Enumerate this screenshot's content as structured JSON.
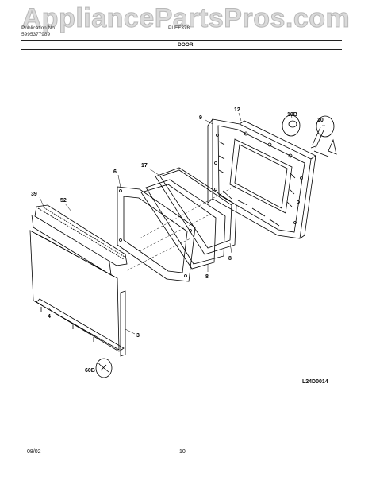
{
  "header": {
    "pub_label": "Publication No.",
    "pub_number": "5995377989",
    "model": "PLEF378",
    "section_title": "DOOR",
    "watermark": "AppliancePartsPros.com"
  },
  "callouts": [
    "12",
    "9",
    "10B",
    "10",
    "17",
    "6",
    "39",
    "52",
    "8",
    "8",
    "4",
    "3",
    "60B"
  ],
  "diagram_code": "L24D0014",
  "footer": {
    "date": "08/02",
    "page": "10"
  }
}
